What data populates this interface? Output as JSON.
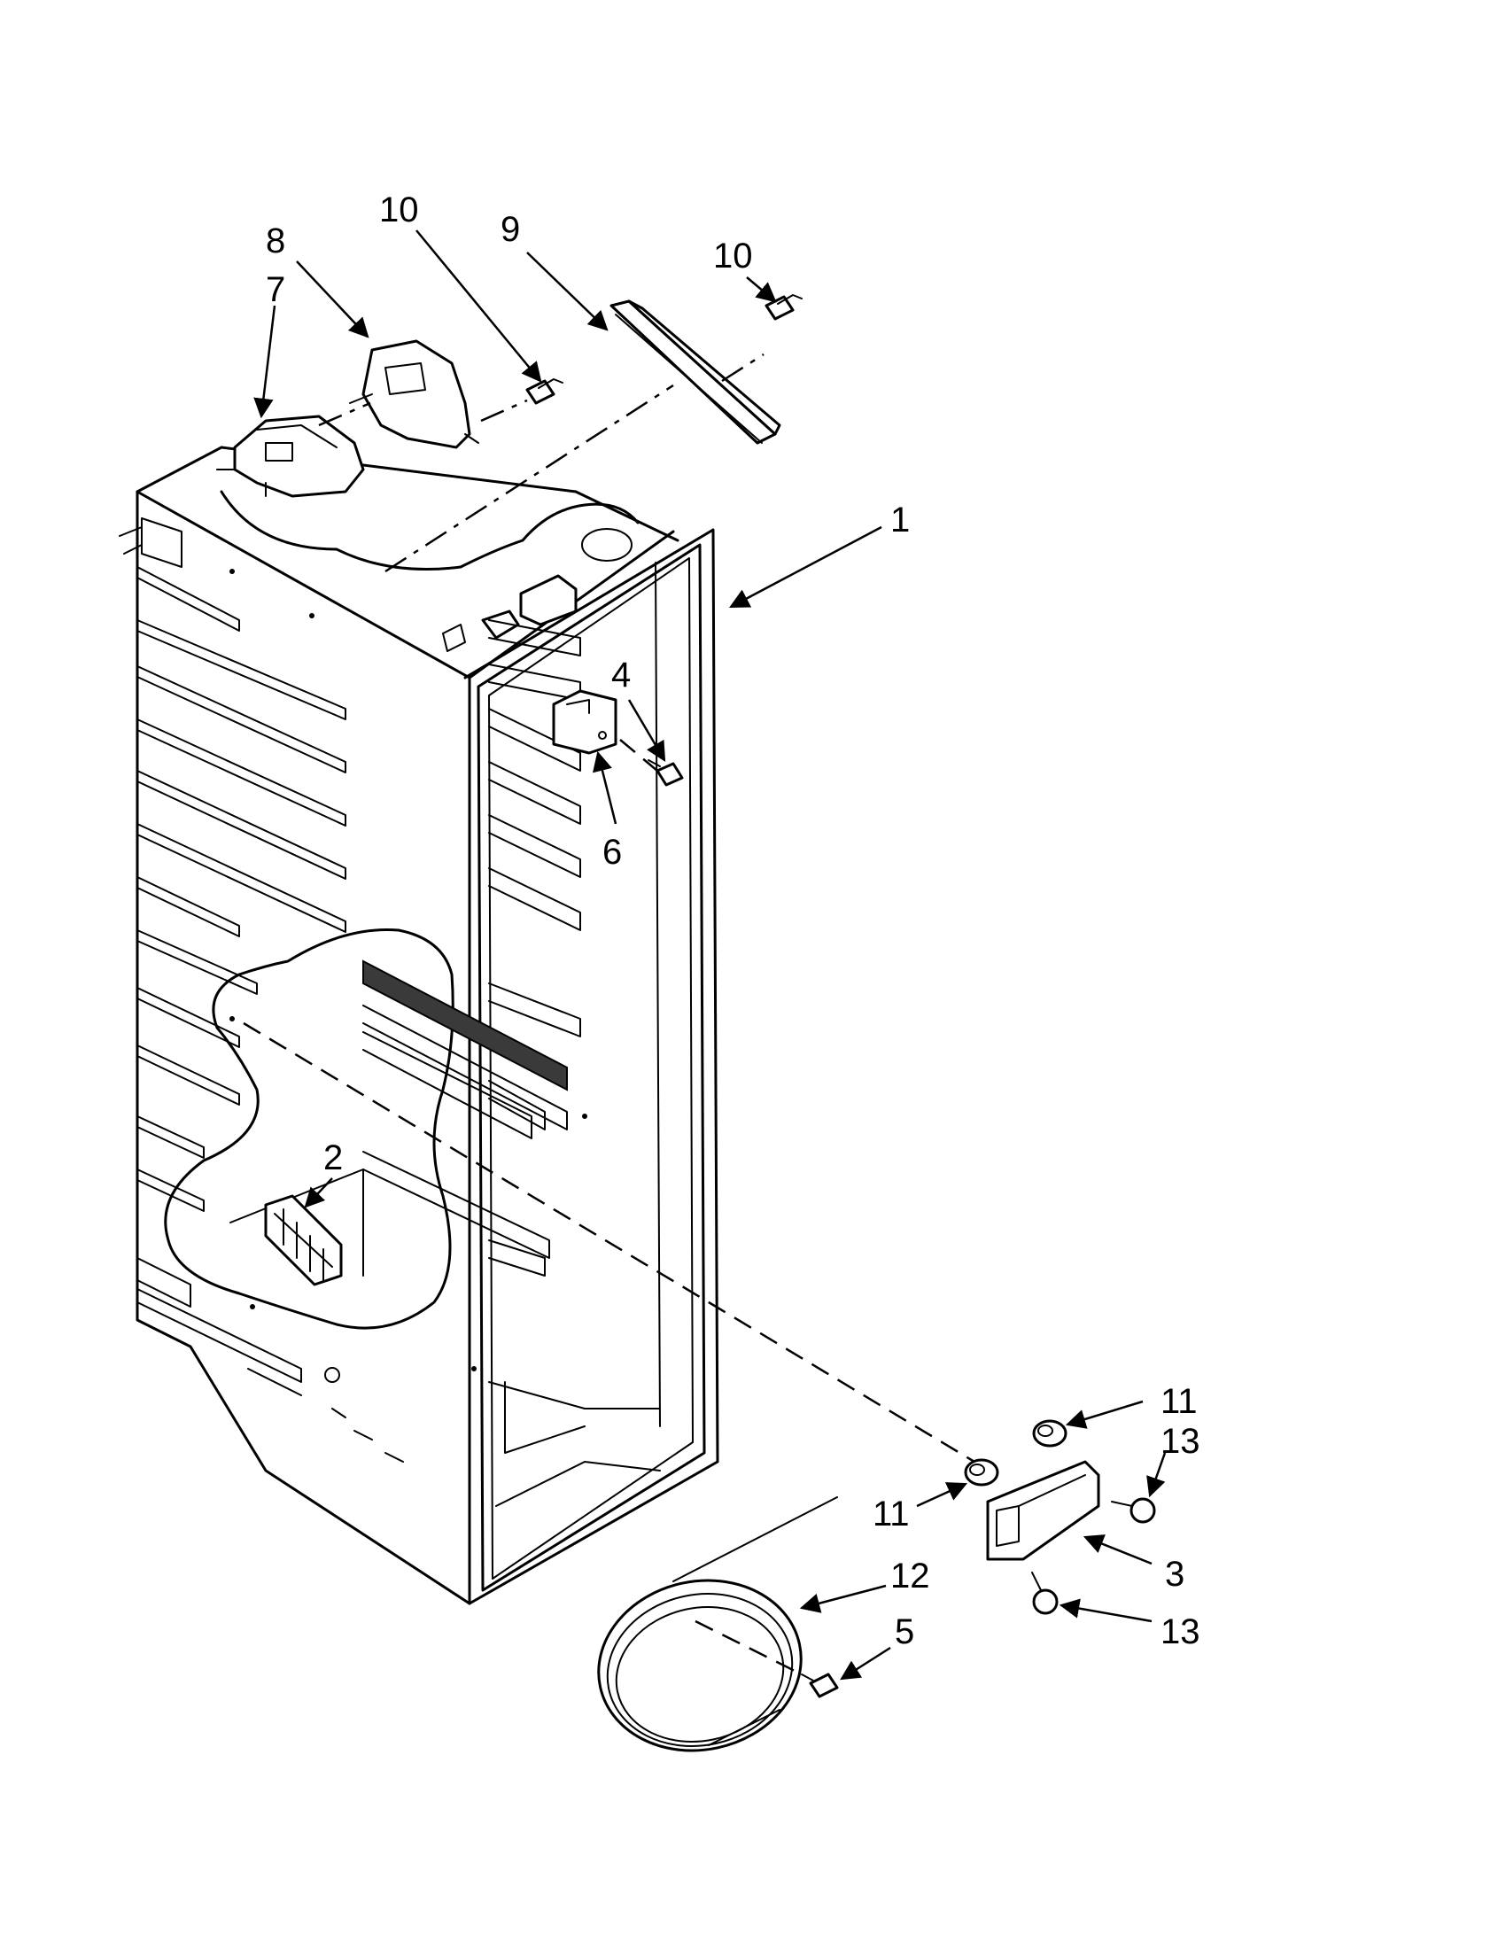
{
  "callouts": {
    "c1": "1",
    "c2": "2",
    "c3": "3",
    "c4": "4",
    "c5": "5",
    "c6": "6",
    "c7": "7",
    "c8": "8",
    "c9": "9",
    "c10a": "10",
    "c10b": "10",
    "c11a": "11",
    "c11b": "11",
    "c12": "12",
    "c13a": "13",
    "c13b": "13"
  }
}
